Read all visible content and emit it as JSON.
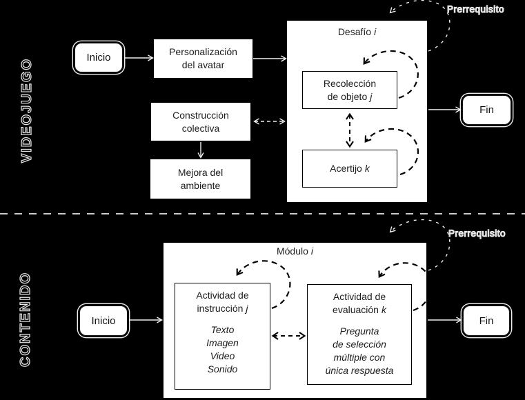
{
  "colors": {
    "bg": "#000000",
    "box_fill": "#ffffff",
    "ink": "#000000",
    "line": "#f0f0f0",
    "separator": "#cccccc",
    "outline_text": "#e8e8e8"
  },
  "videojuego": {
    "side_label": "VIDEOJUEGO",
    "start": "Inicio",
    "end": "Fin",
    "prerequisite": "Prerrequisito",
    "personalizacion": {
      "line1": "Personalización",
      "line2": "del avatar"
    },
    "construccion": {
      "line1": "Construcción",
      "line2": "colectiva"
    },
    "mejora": {
      "line1": "Mejora del",
      "line2": "ambiente"
    },
    "desafio": {
      "title": "Desafío",
      "var": "i"
    },
    "recoleccion": {
      "line1": "Recolección",
      "line2": "de objeto",
      "var": "j"
    },
    "acertijo": {
      "label": "Acertijo",
      "var": "k"
    }
  },
  "contenido": {
    "side_label": "CONTENIDO",
    "start": "Inicio",
    "end": "Fin",
    "prerequisite": "Prerrequisito",
    "modulo": {
      "title": "Módulo",
      "var": "i"
    },
    "instruccion": {
      "line1": "Actividad de",
      "line2": "instrucción",
      "var": "j",
      "items": [
        "Texto",
        "Imagen",
        "Video",
        "Sonido"
      ]
    },
    "evaluacion": {
      "line1": "Actividad de",
      "line2": "evaluación",
      "var": "k",
      "items": [
        "Pregunta",
        "de selección",
        "múltiple con",
        "única respuesta"
      ]
    }
  }
}
